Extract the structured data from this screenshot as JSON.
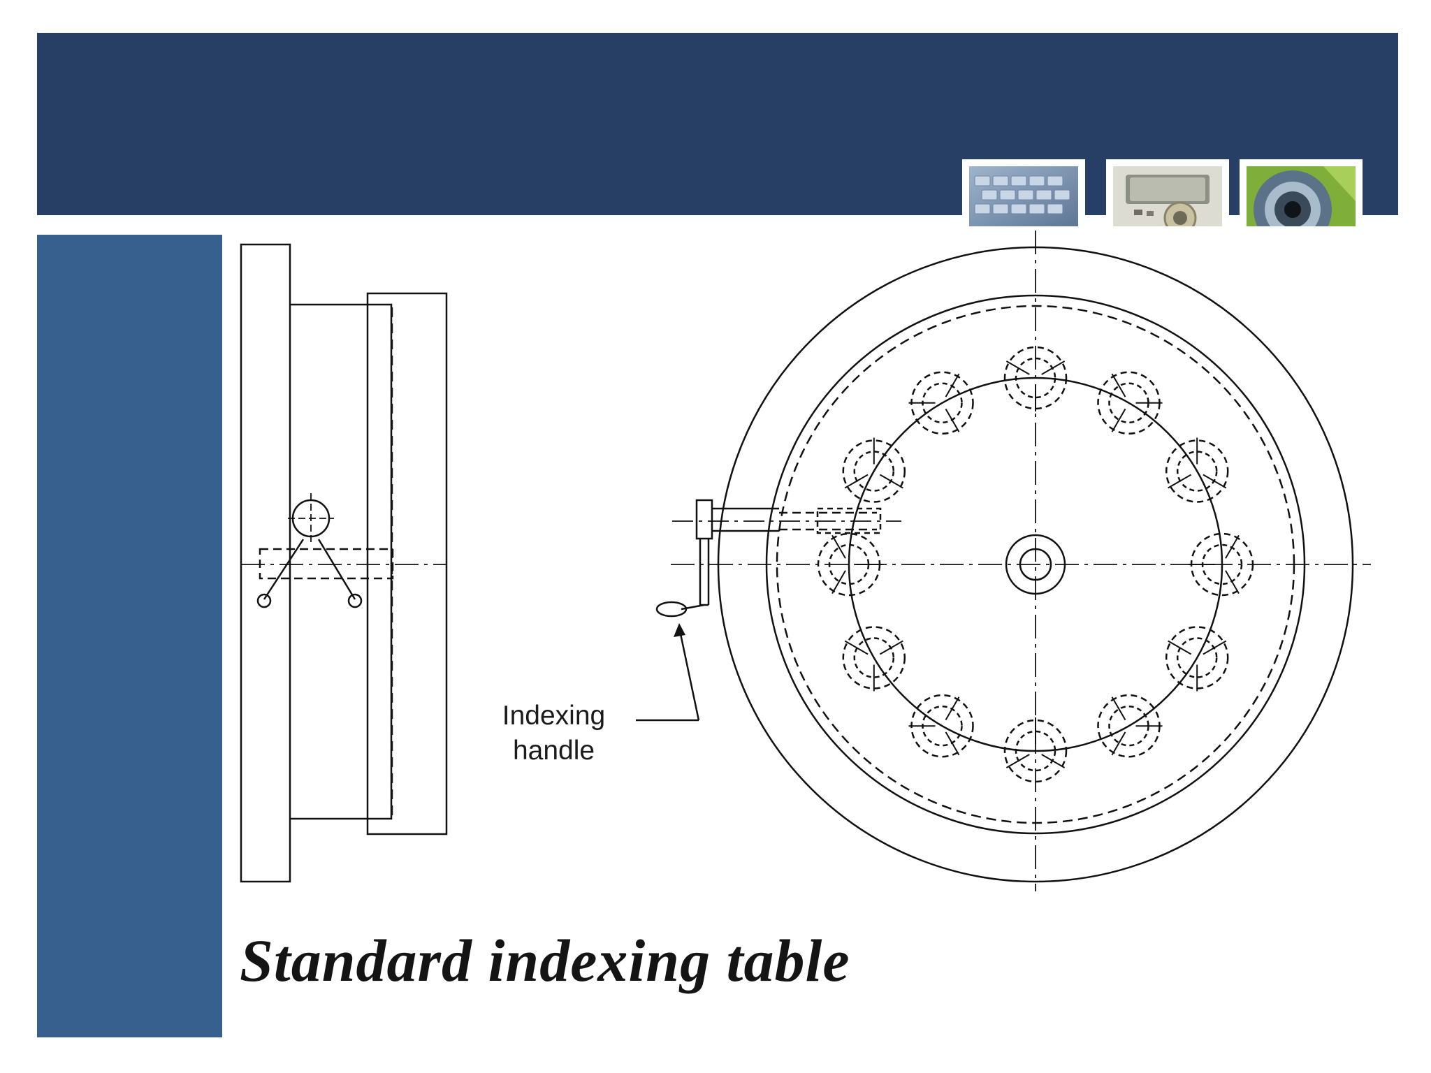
{
  "colors": {
    "header_band": "#283f65",
    "side_bar": "#37608f",
    "drawing_ink": "#111111"
  },
  "thumbnails": [
    {
      "name": "keyboard-photo"
    },
    {
      "name": "device-photo"
    },
    {
      "name": "lens-photo"
    }
  ],
  "diagram": {
    "callout": {
      "line1": "Indexing",
      "line2": "handle"
    },
    "index_positions": 12
  },
  "caption": "Standard indexing table"
}
